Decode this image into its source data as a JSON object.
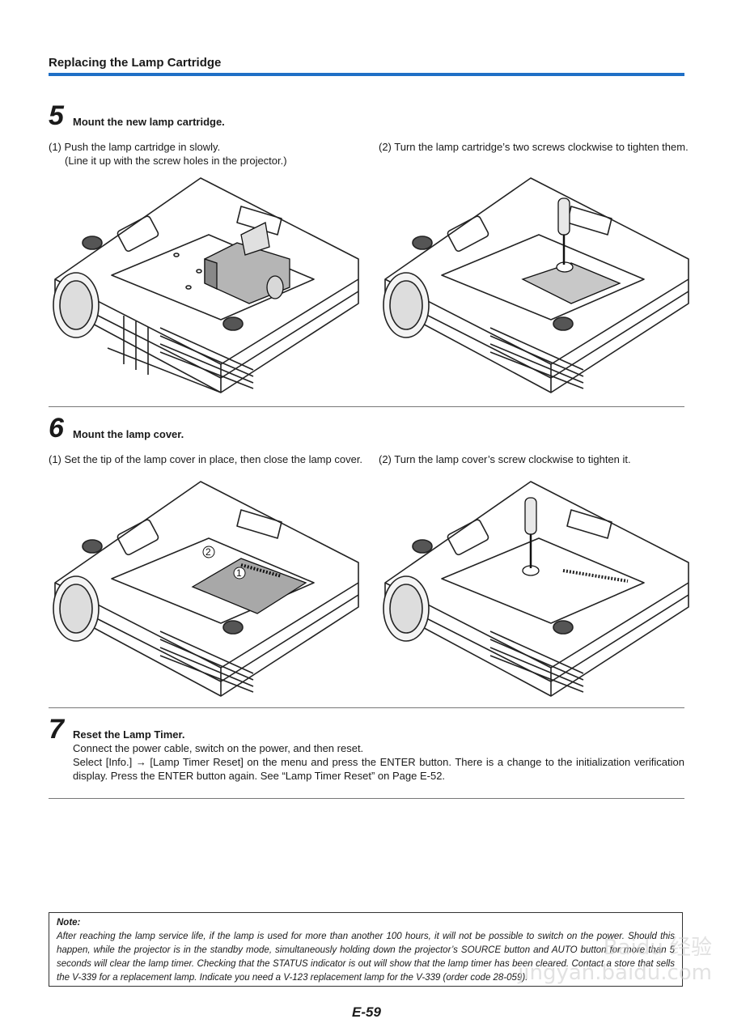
{
  "header": {
    "title": "Replacing the Lamp Cartridge"
  },
  "steps": [
    {
      "number": "5",
      "title": "Mount the new lamp cartridge.",
      "left": {
        "line1": "(1) Push the lamp cartridge in slowly.",
        "line2": "(Line it up with the screw holes in the projector.)"
      },
      "right": {
        "text": "(2) Turn the lamp cartridge’s two screws clockwise to tighten them."
      }
    },
    {
      "number": "6",
      "title": "Mount the lamp cover.",
      "left": {
        "text": "(1) Set the tip of the lamp cover in place, then close the lamp cover."
      },
      "right": {
        "text": "(2) Turn the lamp cover’s screw clockwise to tighten it."
      },
      "callout_1": "1",
      "callout_2": "2"
    },
    {
      "number": "7",
      "title": "Reset the Lamp Timer.",
      "line1": "Connect the power cable, switch on the power, and then reset.",
      "line2": "Select [Info.] → [Lamp Timer Reset] on the menu and press the ENTER button. There is a change to the initialization verification display. Press the ENTER button again. See “Lamp Timer Reset” on Page E-52."
    }
  ],
  "note": {
    "label": "Note:",
    "text": "After reaching the lamp service life, if the lamp is used for more than another 100 hours, it will not be possible to switch on the power. Should this happen, while the projector is in the standby mode, simultaneously holding down the projector’s SOURCE button and AUTO button for more than 5 seconds will clear the lamp timer. Checking that the STATUS indicator is out will show that the lamp timer has been cleared. Contact a store that sells the V-339 for a replacement lamp. Indicate you need a V-123 replacement lamp for the V-339 (order code 28-059)."
  },
  "footer": {
    "page": "E-59"
  },
  "watermark": {
    "text": "Baidu 经验 jingyan.baidu.com"
  }
}
